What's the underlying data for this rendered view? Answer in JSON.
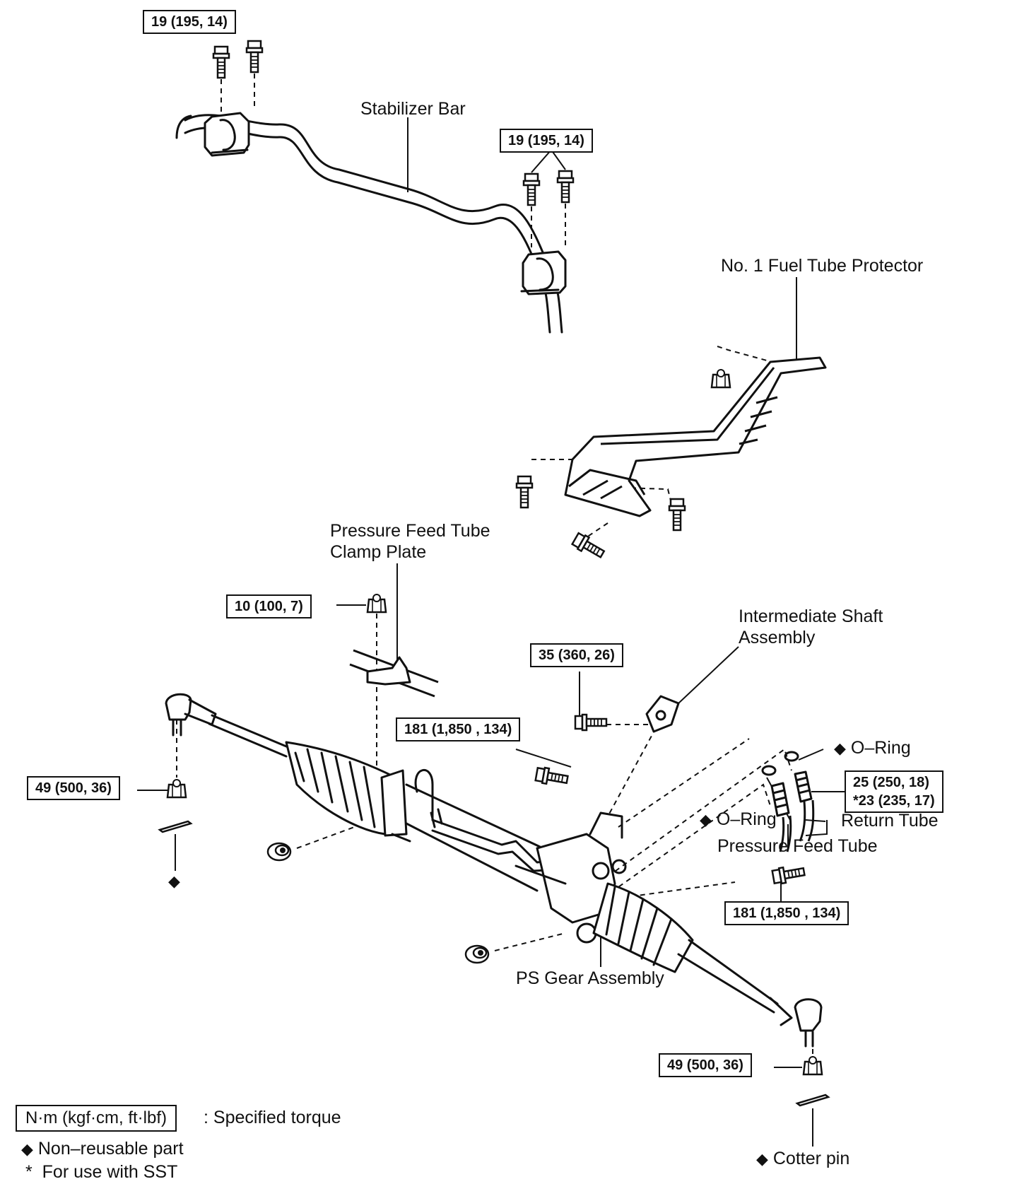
{
  "labels": {
    "stabilizer_bar": "Stabilizer Bar",
    "fuel_tube_protector": "No. 1 Fuel Tube Protector",
    "clamp_plate_line1": "Pressure Feed Tube",
    "clamp_plate_line2": "Clamp Plate",
    "intermediate_shaft_line1": "Intermediate Shaft",
    "intermediate_shaft_line2": "Assembly",
    "o_ring_upper": "O–Ring",
    "o_ring_lower": "O–Ring",
    "return_tube": "Return Tube",
    "pressure_feed_tube": "Pressure Feed Tube",
    "ps_gear_assembly": "PS Gear Assembly",
    "cotter_pin": "Cotter pin"
  },
  "torques": {
    "stab_bracket_left": "19 (195, 14)",
    "stab_bracket_right": "19 (195, 14)",
    "clamp_plate_nut": "10 (100, 7)",
    "intermediate_shaft_bolt": "35 (360, 26)",
    "gear_bolt_upper": "181 (1,850 , 134)",
    "tie_rod_nut_left": "49 (500, 36)",
    "tube_union_line1": "25 (250, 18)",
    "tube_union_line2": "*23 (235, 17)",
    "gear_bolt_lower": "181 (1,850 , 134)",
    "tie_rod_nut_right": "49 (500, 36)"
  },
  "legend": {
    "unit_box": "N·m (kgf·cm, ft·lbf)",
    "unit_desc": ": Specified torque",
    "non_reusable": "Non–reusable part",
    "sst_note": "For use with SST"
  },
  "symbols": {
    "diamond": "◆",
    "asterisk": "*"
  }
}
